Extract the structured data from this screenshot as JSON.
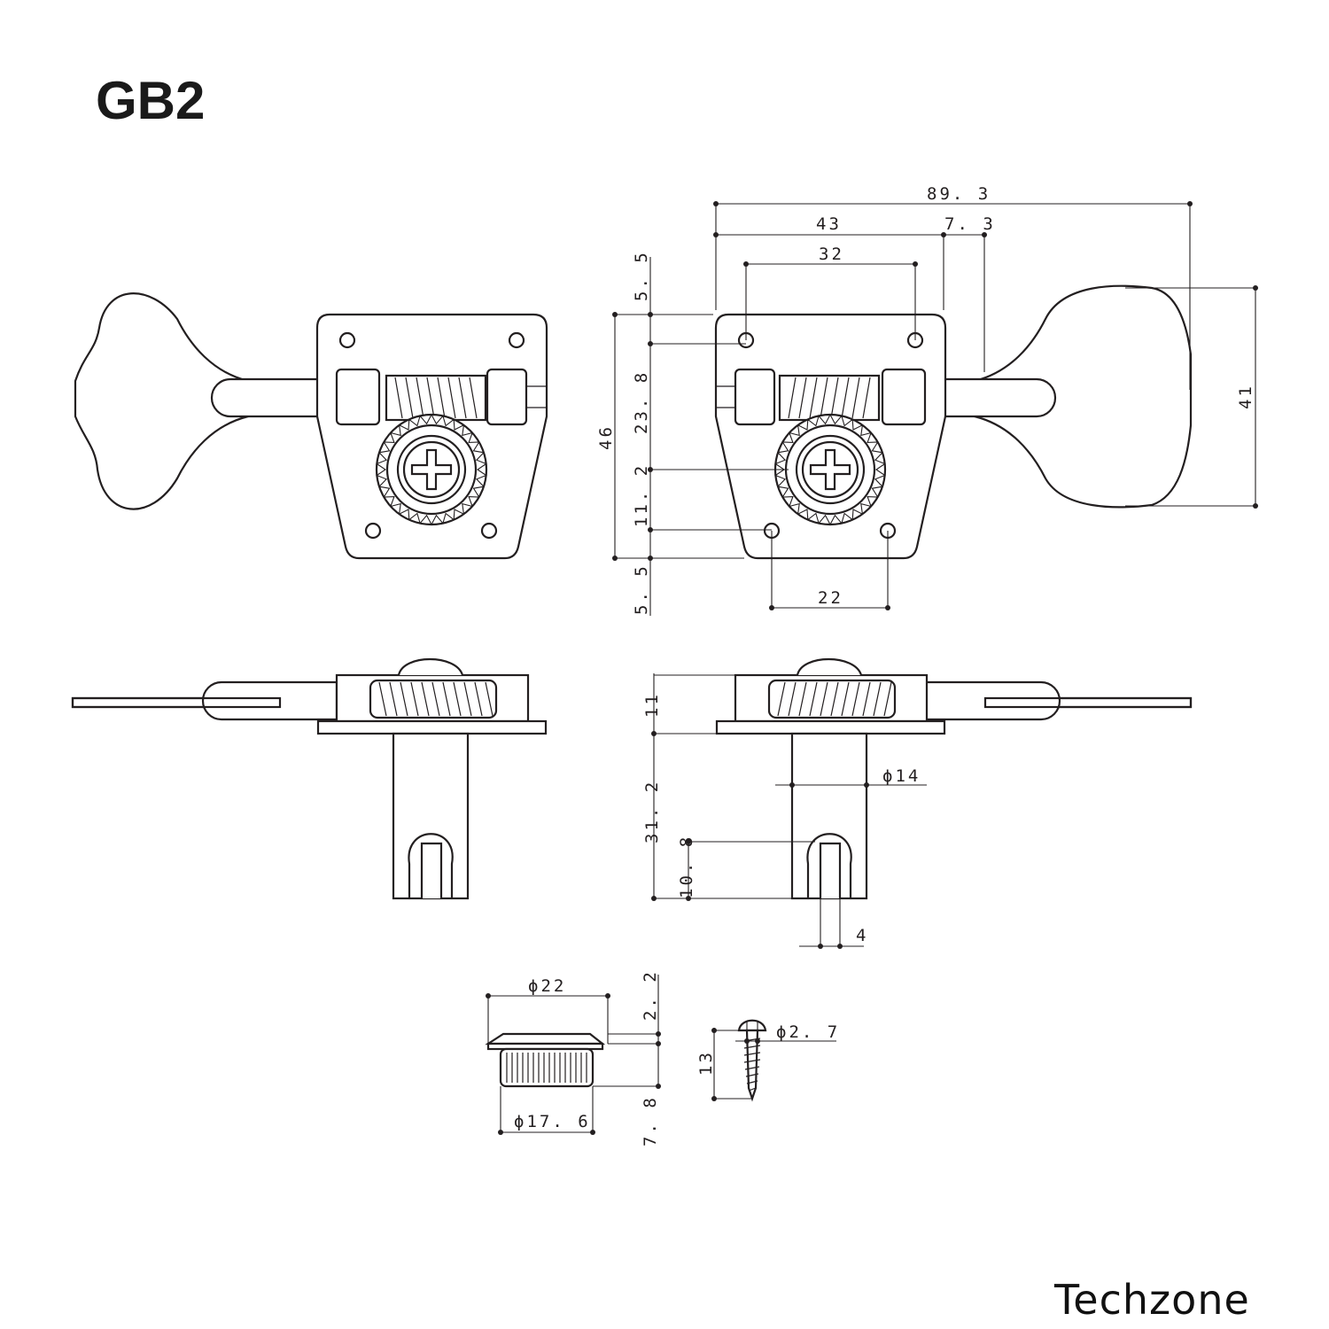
{
  "title": "GB2",
  "brand": "Techzone",
  "dimensions": {
    "overall_length": "89. 3",
    "plate_to_post": "43",
    "post_offset": "7. 3",
    "hole_spacing_top": "32",
    "key_height": "41",
    "plate_height": "46",
    "top_margin": "5. 5",
    "hole_to_shaft": "23. 8",
    "shaft_to_hole": "11. 2",
    "hole_to_gear": "11. 2",
    "bottom_margin": "5. 5",
    "hole_spacing_bottom": "22",
    "side_height": "11",
    "post_length": "31. 2",
    "post_diameter": "ϕ14",
    "slot_depth": "10. 8",
    "slot_width": "4",
    "bushing_flange_diameter": "ϕ22",
    "bushing_flange_height": "2. 2",
    "bushing_diameter": "ϕ17. 6",
    "bushing_height": "7. 8",
    "screw_head_diameter": "ϕ2. 7",
    "screw_length": "13"
  }
}
